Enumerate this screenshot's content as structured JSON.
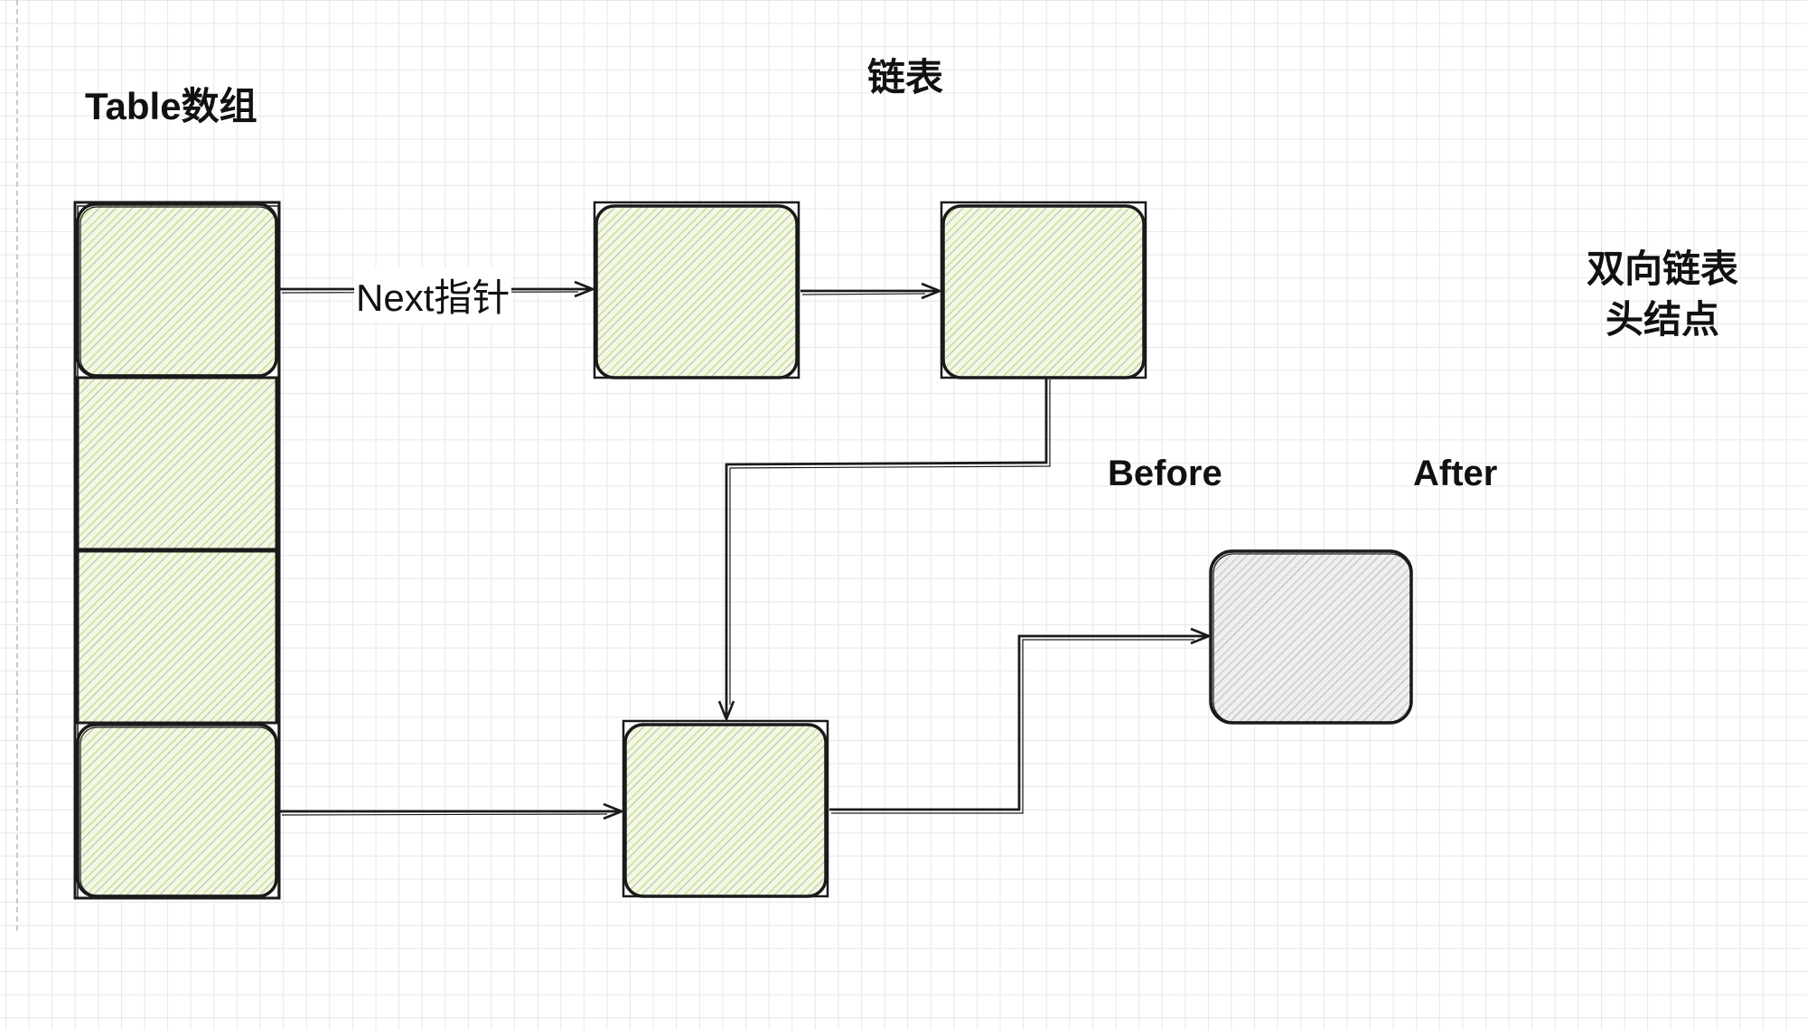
{
  "diagram": {
    "labels": {
      "table_array": "Table数组",
      "linked_list": "链表",
      "next_pointer": "Next指针",
      "before": "Before",
      "after": "After",
      "doubly_linked_line1": "双向链表",
      "doubly_linked_line2": "头结点"
    },
    "colors": {
      "node_fill": "#f3f8e4",
      "hatch_green": "#c9df9a",
      "hatch_dark": "#8a9677",
      "node_gray_fill": "#efefef",
      "hatch_gray": "#a9a9a9",
      "stroke": "#1a1a1a",
      "grid": "#e7e7e7"
    },
    "nodes": [
      {
        "id": "table-slot-1",
        "style": "green"
      },
      {
        "id": "table-slot-2",
        "style": "green"
      },
      {
        "id": "table-slot-3",
        "style": "green"
      },
      {
        "id": "table-slot-4",
        "style": "green"
      },
      {
        "id": "list-node-1",
        "style": "green"
      },
      {
        "id": "list-node-2",
        "style": "green"
      },
      {
        "id": "list-node-3",
        "style": "green"
      },
      {
        "id": "after-node",
        "style": "gray"
      }
    ],
    "edges": [
      {
        "from": "table-slot-1",
        "to": "list-node-1",
        "label_key": "next_pointer"
      },
      {
        "from": "list-node-1",
        "to": "list-node-2"
      },
      {
        "from": "list-node-2",
        "to": "list-node-3"
      },
      {
        "from": "table-slot-4",
        "to": "list-node-3"
      },
      {
        "from": "list-node-3",
        "to": "after-node"
      }
    ]
  }
}
